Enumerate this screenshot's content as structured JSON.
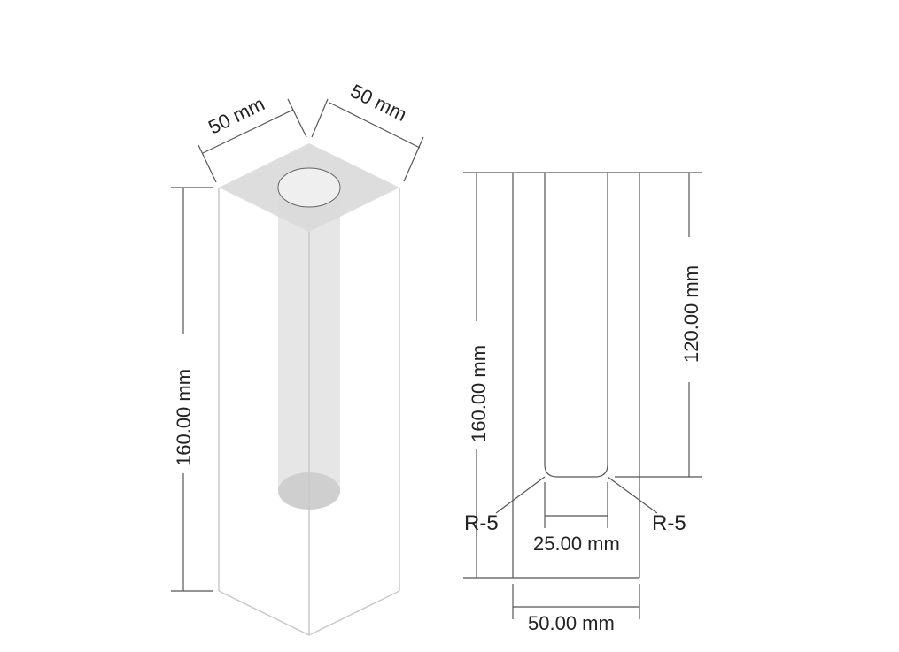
{
  "diagram": {
    "type": "technical-drawing",
    "views": [
      "isometric",
      "cross-section"
    ],
    "isometric": {
      "width_label_left": "50 mm",
      "width_label_right": "50 mm",
      "height_label": "160.00 mm"
    },
    "section": {
      "total_height_label": "160.00 mm",
      "bore_depth_label": "120.00 mm",
      "bore_diameter_label": "25.00 mm",
      "outer_width_label": "50.00 mm",
      "radius_left_label": "R-5",
      "radius_right_label": "R-5"
    },
    "colors": {
      "line": "#555555",
      "light_line": "#c8c8c8",
      "top_face": "#d9d9d9",
      "bore_fill": "#e6e6e6",
      "bore_bottom": "#cfcfcf"
    }
  }
}
